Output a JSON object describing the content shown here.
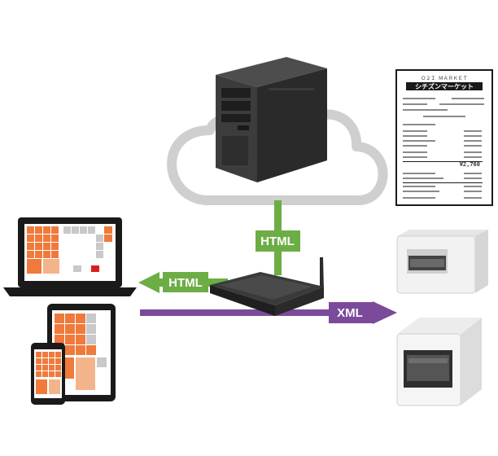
{
  "labels": {
    "server_link": "HTML",
    "client_link": "HTML",
    "printer_link": "XML"
  },
  "receipt": {
    "header": "Ｏ２Ｉ ＭＡＲＫＥＴ",
    "title": "シチズンマーケット",
    "total": "¥2,760"
  },
  "colors": {
    "html_green": "#6dad45",
    "xml_purple": "#7b4a9a",
    "tile_orange": "#ef7a3c",
    "tile_light": "#f3b48c",
    "tile_gray": "#c9c9c9",
    "tile_red": "#d9201e",
    "cloud_stroke": "#cfcfcf"
  },
  "icons": {
    "cloud": "cloud-icon",
    "server": "server-icon",
    "router": "router-icon",
    "laptop": "laptop-icon",
    "tablet": "tablet-icon",
    "phone": "phone-icon",
    "printer_top": "receipt-printer-icon",
    "printer_bottom": "receipt-printer-icon",
    "receipt": "receipt-icon"
  }
}
